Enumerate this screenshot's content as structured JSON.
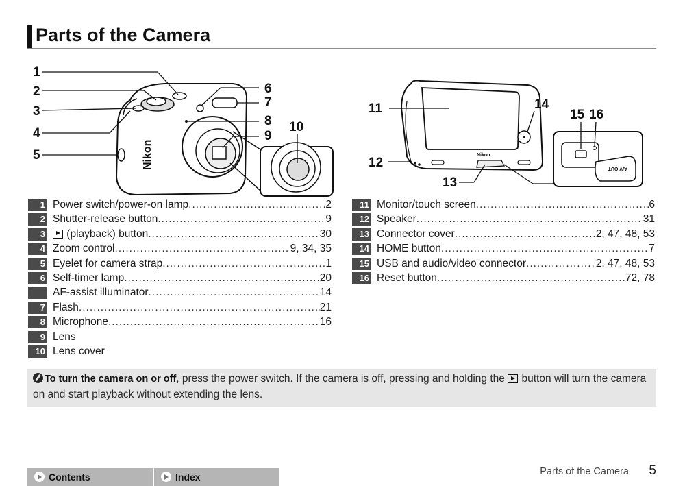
{
  "page": {
    "title": "Parts of the Camera",
    "footer_section": "Parts of the Camera",
    "page_number": "5"
  },
  "diagram_left": {
    "callouts": [
      "1",
      "2",
      "3",
      "4",
      "5",
      "6",
      "7",
      "8",
      "9",
      "10"
    ],
    "brand": "Nikon"
  },
  "diagram_right": {
    "callouts": [
      "11",
      "12",
      "13",
      "14",
      "15",
      "16"
    ],
    "brand": "Nikon",
    "port_label": "A/V OUT"
  },
  "parts_left": [
    {
      "num": "1",
      "label": "Power switch/power-on lamp",
      "pages": "2"
    },
    {
      "num": "2",
      "label": "Shutter-release button",
      "pages": "9"
    },
    {
      "num": "3",
      "icon": "playback-icon",
      "label": " (playback) button",
      "pages": "30"
    },
    {
      "num": "4",
      "label": "Zoom control",
      "pages": "9, 34, 35"
    },
    {
      "num": "5",
      "label": "Eyelet for camera strap",
      "pages": "1"
    },
    {
      "num": "6",
      "label": "Self-timer lamp",
      "pages": "20"
    },
    {
      "num": "",
      "label": "AF-assist illuminator",
      "pages": "14"
    },
    {
      "num": "7",
      "label": "Flash",
      "pages": "21"
    },
    {
      "num": "8",
      "label": "Microphone",
      "pages": "16"
    },
    {
      "num": "9",
      "label": "Lens",
      "pages": ""
    },
    {
      "num": "10",
      "label": "Lens cover",
      "pages": ""
    }
  ],
  "parts_right": [
    {
      "num": "11",
      "label": "Monitor/touch screen",
      "pages": "6"
    },
    {
      "num": "12",
      "label": "Speaker",
      "pages": "31"
    },
    {
      "num": "13",
      "label": "Connector cover",
      "pages": "2, 47, 48, 53"
    },
    {
      "num": "14",
      "label": "HOME button",
      "pages": "7"
    },
    {
      "num": "15",
      "label": "USB and audio/video connector",
      "pages": "2, 47, 48, 53"
    },
    {
      "num": "16",
      "label": "Reset button",
      "pages": "72, 78"
    }
  ],
  "note": {
    "lead": "To turn the camera on or off",
    "text_before_icon": ", press the power switch. If the camera is off, pressing and holding the ",
    "text_after_icon": " button will turn the camera on and start playback without extending the lens."
  },
  "nav": {
    "contents_label": "Contents",
    "index_label": "Index"
  }
}
